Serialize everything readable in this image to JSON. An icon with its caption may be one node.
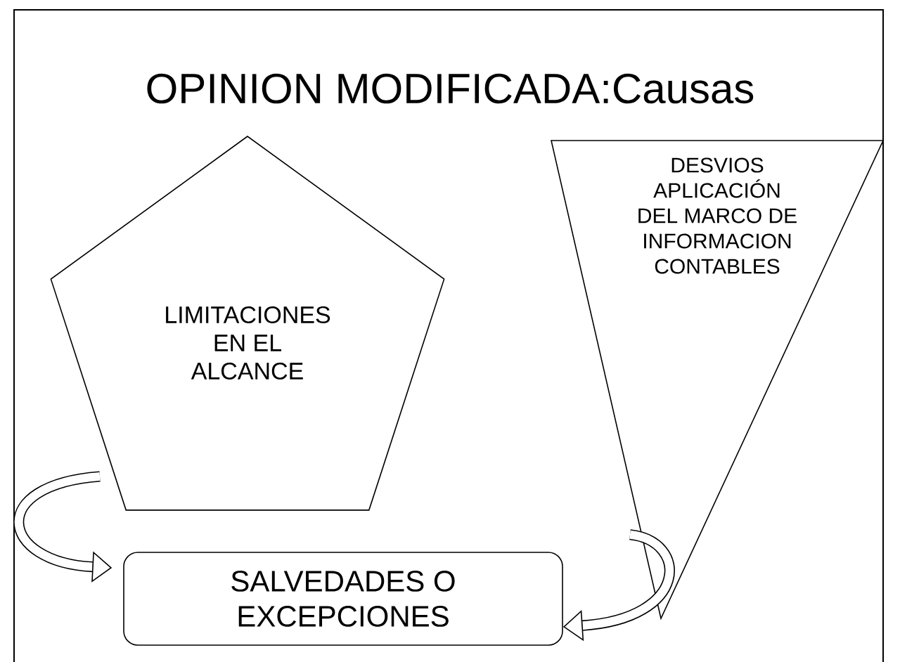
{
  "diagram": {
    "title": "OPINION MODIFICADA:Causas",
    "nodes": [
      {
        "text": [
          "LIMITACIONES EN EL ALCANCE"
        ]
      },
      {
        "text": [
          "DESVIOS APLICACIÓN DEL MARCO DE INFORMACION CONTABLES"
        ]
      },
      {
        "text": [
          "SALVEDADES O EXCEPCIONES"
        ]
      }
    ],
    "edges": [
      {
        "from": 0,
        "to": 2,
        "arrow": "to"
      },
      {
        "from": 1,
        "to": 2,
        "arrow": "to"
      }
    ]
  }
}
